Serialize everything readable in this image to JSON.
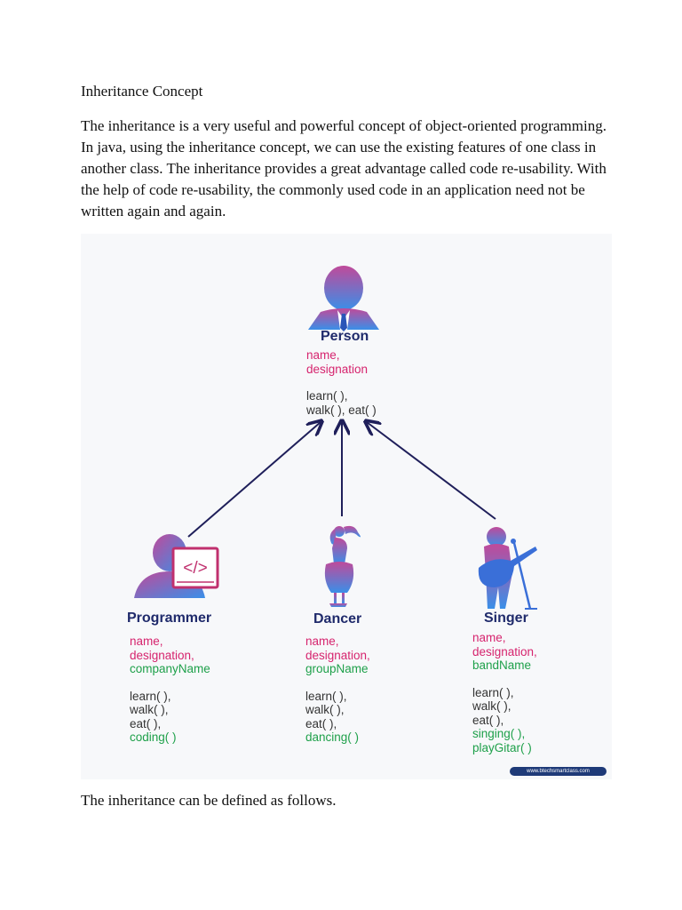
{
  "document": {
    "heading": "Inheritance Concept",
    "paragraph": "The inheritance is a very useful and powerful concept of object-oriented programming. In java, using the inheritance concept, we can use the existing features of one class in another class. The inheritance provides a great advantage called code re-usability. With the help of code re-usability, the commonly used code in an application need not be written again and again.",
    "closing": "The inheritance can be defined as follows."
  },
  "diagram": {
    "person": {
      "name": "Person",
      "attributes": [
        "name,",
        "designation"
      ],
      "methods": [
        "learn( ),",
        "walk( ), eat( )"
      ]
    },
    "programmer": {
      "name": "Programmer",
      "attributes": [
        "name,",
        "designation,"
      ],
      "own_attribute": "companyName",
      "methods": [
        "learn( ),",
        "walk( ),",
        "eat( ),"
      ],
      "own_method": "coding( )"
    },
    "dancer": {
      "name": "Dancer",
      "attributes": [
        "name,",
        "designation,"
      ],
      "own_attribute": "groupName",
      "methods": [
        "learn( ),",
        "walk( ),",
        "eat( ),"
      ],
      "own_method": "dancing( )"
    },
    "singer": {
      "name": "Singer",
      "attributes": [
        "name,",
        "designation,"
      ],
      "own_attribute": "bandName",
      "methods": [
        "learn( ),",
        "walk( ),",
        "eat( ),"
      ],
      "own_methods": [
        "singing( ),",
        "playGitar( )"
      ]
    },
    "code_glyph": "</>",
    "watermark": "www.btechsmartclass.com",
    "colors": {
      "class_name": "#1f2a6b",
      "inherited_attribute": "#d6246e",
      "own_member": "#1ea04a",
      "arrow": "#1f1f5a",
      "icon_gradient_top": "#c04a9a",
      "icon_gradient_bottom": "#3a8fe8"
    }
  }
}
